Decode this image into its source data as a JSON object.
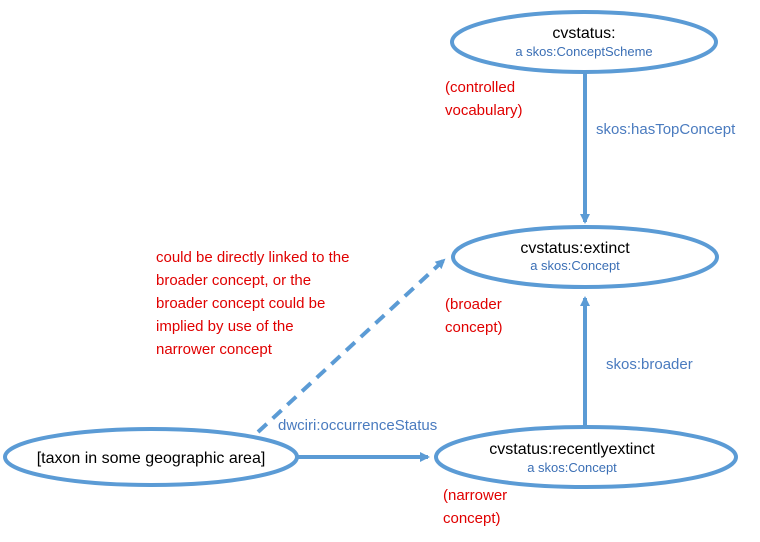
{
  "nodes": {
    "scheme": {
      "title": "cvstatus:",
      "subtitle": "a skos:ConceptScheme"
    },
    "extinct": {
      "title": "cvstatus:extinct",
      "subtitle": "a skos:Concept"
    },
    "recently": {
      "title": "cvstatus:recentlyextinct",
      "subtitle": "a skos:Concept"
    },
    "taxon": {
      "title": "[taxon in some geographic area]"
    }
  },
  "edges": {
    "has_top_concept": "skos:hasTopConcept",
    "broader": "skos:broader",
    "occurrence_status": "dwciri:occurrenceStatus"
  },
  "notes": {
    "controlled": [
      "(controlled",
      "vocabulary)"
    ],
    "broader": [
      "(broader",
      "concept)"
    ],
    "narrower": [
      "(narrower",
      "concept)"
    ],
    "linked": [
      "could be directly linked to the",
      "broader concept, or the",
      "broader concept could be",
      "implied by use of the",
      "narrower concept"
    ]
  },
  "colors": {
    "stroke": "#5b9bd5",
    "note": "#e00000",
    "edge_label": "#4a7bbf",
    "subtitle": "#3b6fb5"
  }
}
